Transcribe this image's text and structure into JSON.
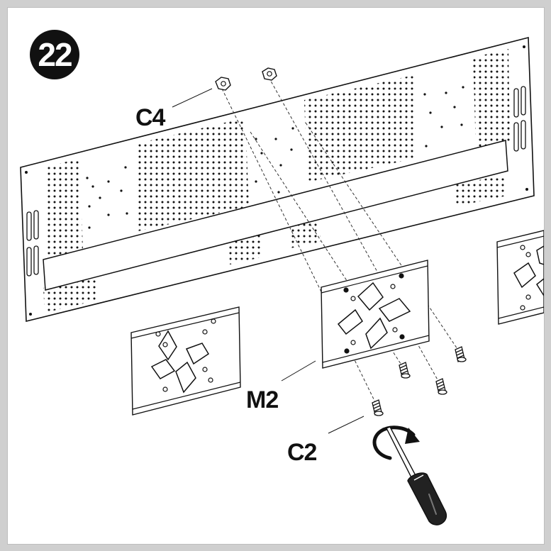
{
  "step": {
    "number": "22"
  },
  "labels": {
    "nut": "C4",
    "bracket": "M2",
    "screw": "C2"
  },
  "colors": {
    "ink": "#111111",
    "paper": "#ffffff",
    "frame": "#cfcfcf",
    "screwdriver_handle": "#222222"
  },
  "icons": {
    "rotation": "clockwise-rotate-arrow-icon",
    "tool": "screwdriver-icon"
  }
}
